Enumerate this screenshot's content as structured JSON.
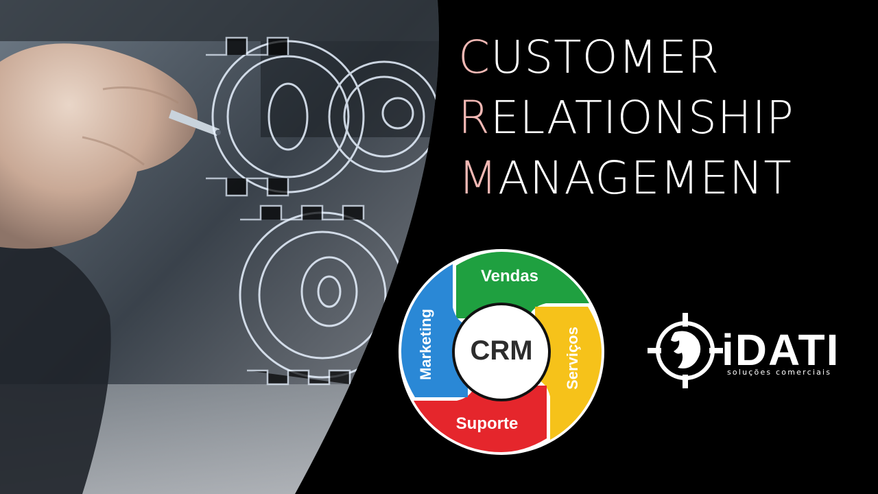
{
  "title": {
    "line1_initial": "C",
    "line1_rest": "USTOMER",
    "line2_initial": "R",
    "line2_rest": "ELATIONSHIP",
    "line3_initial": "M",
    "line3_rest": "ANAGEMENT"
  },
  "wheel": {
    "center": "CRM",
    "segments": [
      {
        "label": "Vendas",
        "color": "#1FA040"
      },
      {
        "label": "Serviços",
        "color": "#F6C21A"
      },
      {
        "label": "Suporte",
        "color": "#E5262C"
      },
      {
        "label": "Marketing",
        "color": "#2A88D6"
      }
    ]
  },
  "logo": {
    "name": "iDATI",
    "tagline": "soluções comerciais"
  },
  "colors": {
    "initial": "#F2B8B4",
    "background": "#000000",
    "text": "#FFFFFF"
  },
  "icons": {
    "logo_mark": "crosshair-lion-icon",
    "illustration": "gears-drawing"
  }
}
